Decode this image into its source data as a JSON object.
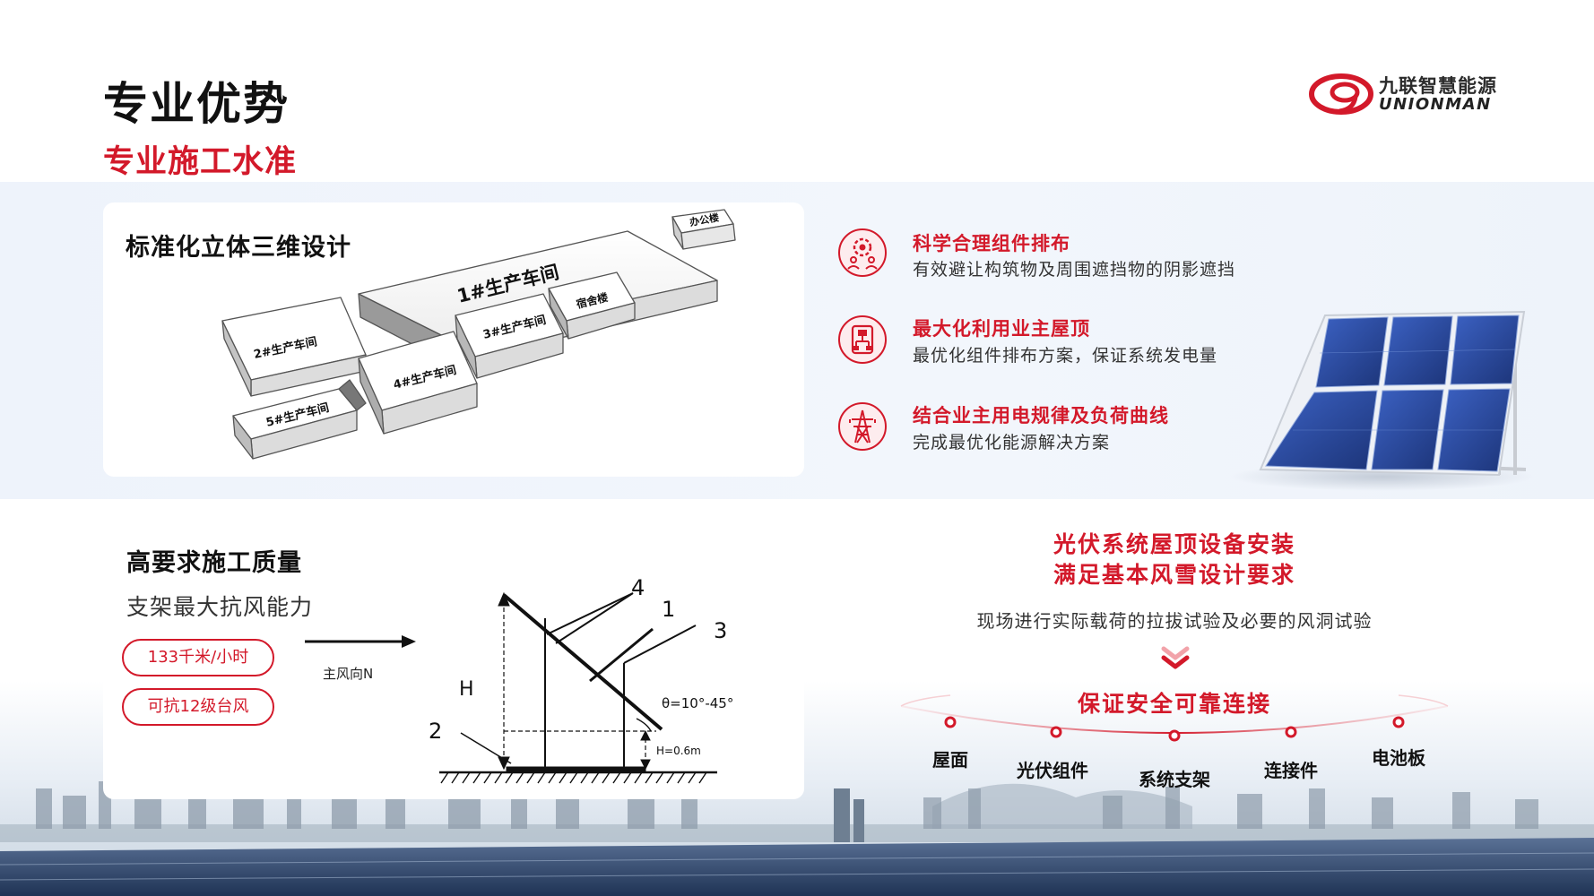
{
  "page": {
    "title": "专业优势",
    "subtitle": "专业施工水准"
  },
  "logo": {
    "name_cn": "九联智慧能源",
    "name_en": "UNIONMAN"
  },
  "card_3d": {
    "title": "标准化立体三维设计",
    "buildings": [
      "办公楼",
      "1#生产车间",
      "2#生产车间",
      "5#生产车间",
      "4#生产车间",
      "3#生产车间",
      "宿舍楼"
    ]
  },
  "features": [
    {
      "icon": "gear-people-icon",
      "title": "科学合理组件排布",
      "desc": "有效避让构筑物及周围遮挡物的阴影遮挡"
    },
    {
      "icon": "layout-chart-icon",
      "title": "最大化利用业主屋顶",
      "desc": "最优化组件排布方案，保证系统发电量"
    },
    {
      "icon": "power-tower-icon",
      "title": "结合业主用电规律及负荷曲线",
      "desc": "完成最优化能源解决方案"
    }
  ],
  "quality": {
    "title": "高要求施工质量",
    "req": "支架最大抗风能力",
    "pills": [
      "133千米/小时",
      "可抗12级台风"
    ],
    "wind_label": "主风向N",
    "diagram": {
      "h_label": "H",
      "theta": "θ=10°-45°",
      "h_value": "H=0.6m",
      "callouts": [
        "1",
        "2",
        "3",
        "4"
      ]
    }
  },
  "install": {
    "heading1": "光伏系统屋顶设备安装",
    "heading2": "满足基本风雪设计要求",
    "desc": "现场进行实际载荷的拉拔试验及必要的风洞试验",
    "connect": "保证安全可靠连接",
    "nodes": [
      "屋面",
      "光伏组件",
      "系统支架",
      "连接件",
      "电池板"
    ]
  },
  "colors": {
    "accent": "#d3192a",
    "band": "#eef3fb",
    "panel": "#2a4fa8"
  }
}
